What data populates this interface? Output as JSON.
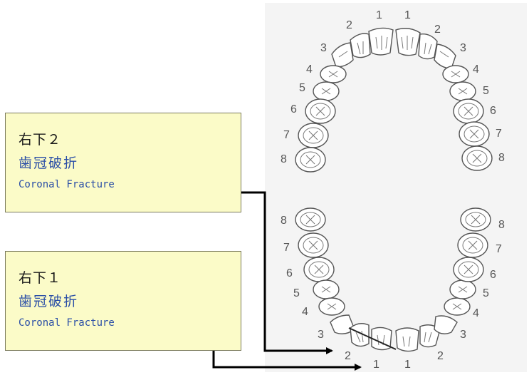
{
  "callouts": [
    {
      "position": "右下２",
      "diagnosis_jp": "歯冠破折",
      "diagnosis_en": "Coronal Fracture"
    },
    {
      "position": "右下１",
      "diagnosis_jp": "歯冠破折",
      "diagnosis_en": "Coronal Fracture"
    }
  ],
  "tooth_numbers": {
    "upper_right": [
      "1",
      "2",
      "3",
      "4",
      "5",
      "6",
      "7",
      "8"
    ],
    "upper_left": [
      "1",
      "2",
      "3",
      "4",
      "5",
      "6",
      "7",
      "8"
    ],
    "lower_right": [
      "1",
      "2",
      "3",
      "4",
      "5",
      "6",
      "7",
      "8"
    ],
    "lower_left": [
      "1",
      "2",
      "3",
      "4",
      "5",
      "6",
      "7",
      "8"
    ]
  },
  "colors": {
    "callout_bg": "#fbfbc8",
    "jp_text": "#2a4ea6",
    "arrow": "#000000",
    "tooth_fill": "#ffffff"
  }
}
